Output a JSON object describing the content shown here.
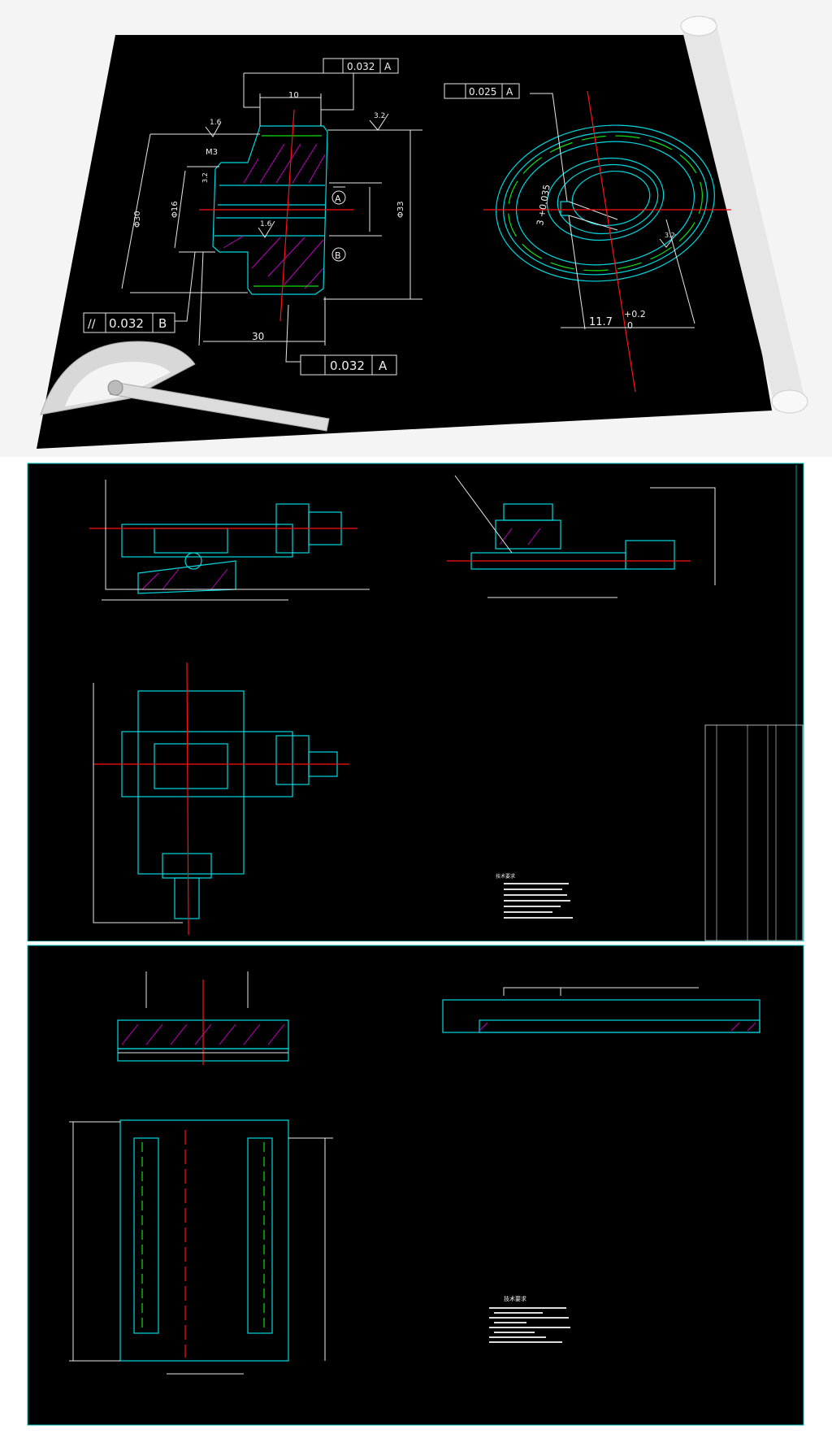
{
  "drawing_top": {
    "fcf_top": {
      "value": "0.032",
      "datum": "A"
    },
    "fcf_bottom": {
      "value": "0.032",
      "datum": "A"
    },
    "fcf_left": {
      "symbol": "//",
      "value": "0.032",
      "datum": "B"
    },
    "fcf_right": {
      "value": "0.025",
      "datum": "A"
    },
    "dim_width_top": "10",
    "dim_width_bottom": "30",
    "roughness_1": "1.6",
    "roughness_2": "3.2",
    "roughness_3": "1.6",
    "roughness_4": "3.2",
    "roughness_5": "3.2",
    "thread": "M3",
    "dia_30": "Φ30",
    "dia_16": "Φ16",
    "dia_33": "Φ33",
    "datum_a": "A",
    "datum_b": "B",
    "keyway_width": "3 +0.035",
    "keyway_depth": "11.7",
    "keyway_tol_upper": "+0.2",
    "keyway_tol_lower": "0"
  },
  "drawing_assembly": {
    "notes_title": "技术要求"
  },
  "drawing_part": {
    "notes_title": "技术要求"
  },
  "colors": {
    "outline": "#00d8e0",
    "center": "#ff1010",
    "hatch": "#c000c0",
    "hidden": "#10e010"
  }
}
